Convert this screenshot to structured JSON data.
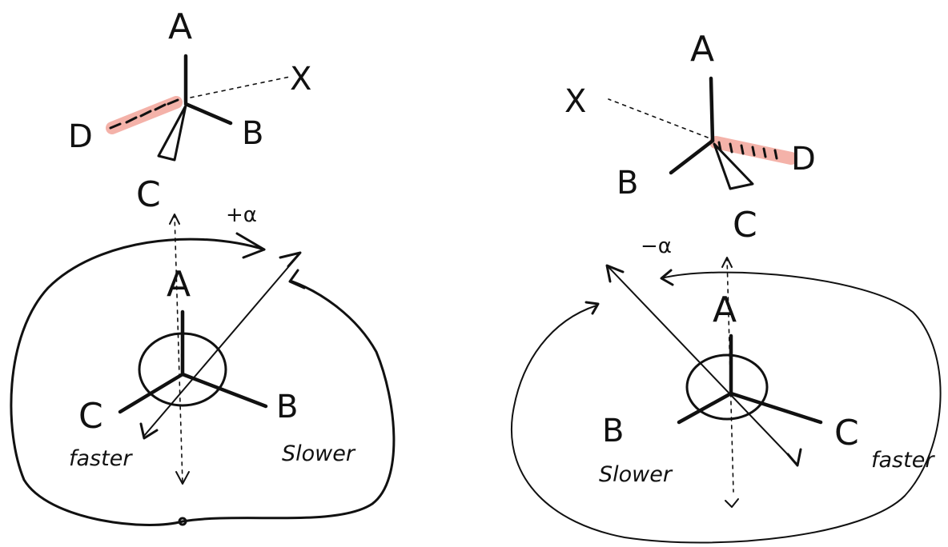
{
  "colors": {
    "ink": "#111111",
    "highlight": "#f2a59a",
    "background": "#ffffff"
  },
  "left": {
    "top": {
      "a": "A",
      "b": "B",
      "c": "C",
      "d": "D",
      "x": "X"
    },
    "rotation": "+α",
    "newman": {
      "a": "A",
      "b": "B",
      "c": "C"
    },
    "faster": "faster",
    "slower": "Slower"
  },
  "right": {
    "top": {
      "a": "A",
      "b": "B",
      "c": "C",
      "d": "D",
      "x": "X"
    },
    "rotation": "−α",
    "newman": {
      "a": "A",
      "b": "B",
      "c": "C"
    },
    "faster": "faster",
    "slower": "Slower"
  }
}
